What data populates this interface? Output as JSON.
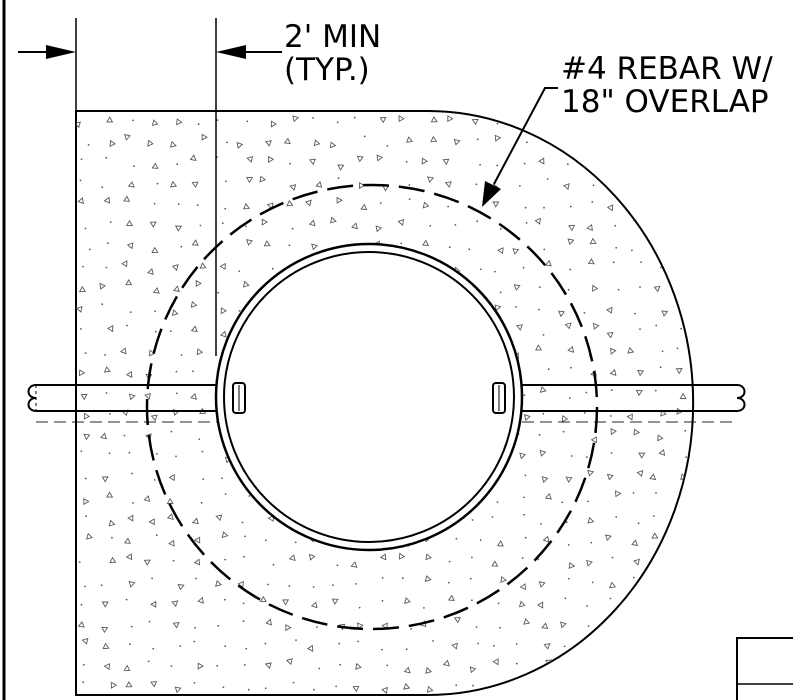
{
  "labels": {
    "dimension_line1": "2' MIN",
    "dimension_line2": "(TYP.)",
    "rebar_line1": "#4  REBAR  W/",
    "rebar_line2": "18\"  OVERLAP"
  },
  "colors": {
    "ink": "#000000",
    "paper": "#ffffff",
    "stipple": "#5a5a5a"
  }
}
